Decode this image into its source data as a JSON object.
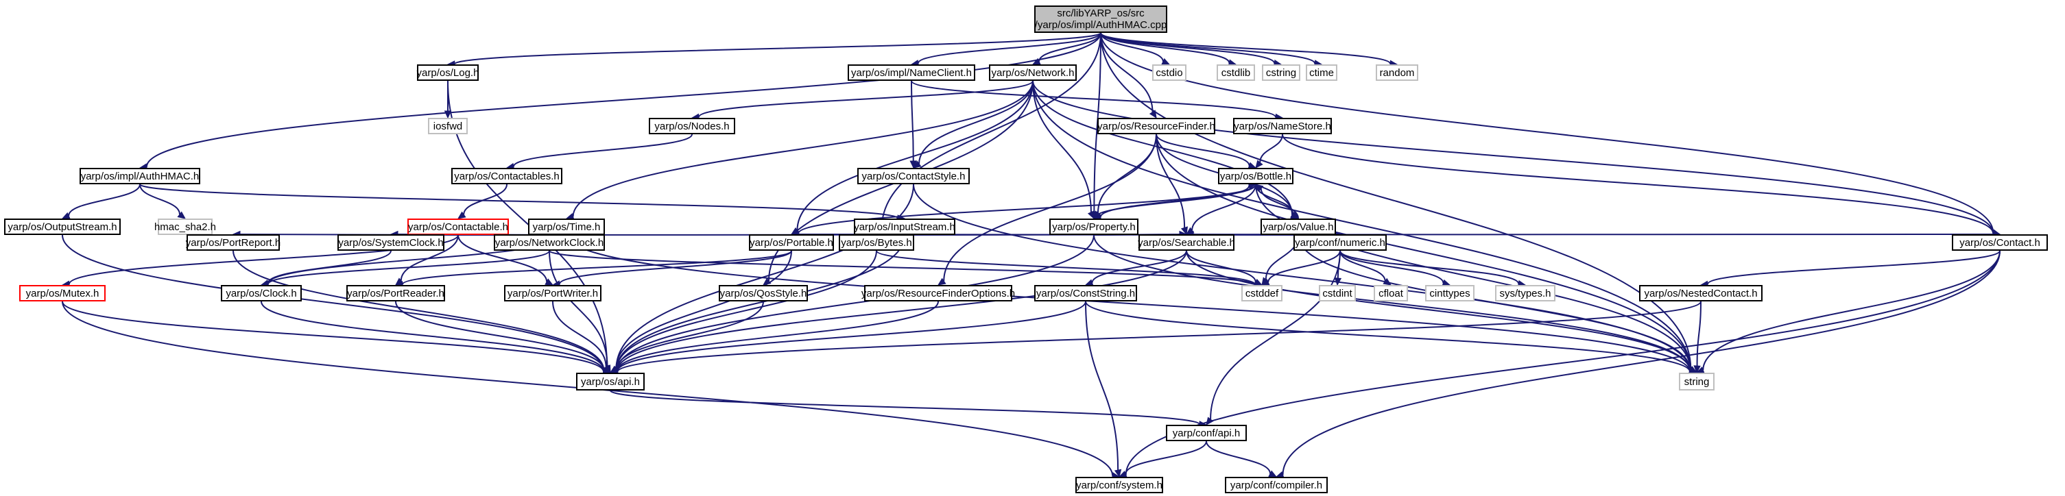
{
  "colors": {
    "edge": "#191970",
    "box": "#000000",
    "external": "#bfbfbf",
    "truncated": "#ff0000",
    "root_fill": "#bfbfbf"
  },
  "nodes": [
    {
      "id": "root",
      "lines": [
        "src/libYARP_os/src",
        "/yarp/os/impl/AuthHMAC.cpp"
      ],
      "kind": "root"
    },
    {
      "id": "log",
      "label": "yarp/os/Log.h",
      "kind": "doc"
    },
    {
      "id": "nameclient",
      "label": "yarp/os/impl/NameClient.h",
      "kind": "doc"
    },
    {
      "id": "network",
      "label": "yarp/os/Network.h",
      "kind": "doc"
    },
    {
      "id": "cstdio",
      "label": "cstdio",
      "kind": "external"
    },
    {
      "id": "cstdlib",
      "label": "cstdlib",
      "kind": "external"
    },
    {
      "id": "cstring",
      "label": "cstring",
      "kind": "external"
    },
    {
      "id": "ctime",
      "label": "ctime",
      "kind": "external"
    },
    {
      "id": "random",
      "label": "random",
      "kind": "external"
    },
    {
      "id": "iosfwd",
      "label": "iosfwd",
      "kind": "external"
    },
    {
      "id": "nodes",
      "label": "yarp/os/Nodes.h",
      "kind": "doc"
    },
    {
      "id": "resourcefinder",
      "label": "yarp/os/ResourceFinder.h",
      "kind": "doc"
    },
    {
      "id": "namestore",
      "label": "yarp/os/NameStore.h",
      "kind": "doc"
    },
    {
      "id": "authhmac",
      "label": "yarp/os/impl/AuthHMAC.h",
      "kind": "doc"
    },
    {
      "id": "contactables",
      "label": "yarp/os/Contactables.h",
      "kind": "doc"
    },
    {
      "id": "contactstyle",
      "label": "yarp/os/ContactStyle.h",
      "kind": "doc"
    },
    {
      "id": "bottle",
      "label": "yarp/os/Bottle.h",
      "kind": "doc"
    },
    {
      "id": "outputstream",
      "label": "yarp/os/OutputStream.h",
      "kind": "doc"
    },
    {
      "id": "hmac",
      "label": "hmac_sha2.h",
      "kind": "external"
    },
    {
      "id": "contactable",
      "label": "yarp/os/Contactable.h",
      "kind": "truncated"
    },
    {
      "id": "time",
      "label": "yarp/os/Time.h",
      "kind": "doc"
    },
    {
      "id": "inputstream",
      "label": "yarp/os/InputStream.h",
      "kind": "doc"
    },
    {
      "id": "property",
      "label": "yarp/os/Property.h",
      "kind": "doc"
    },
    {
      "id": "value",
      "label": "yarp/os/Value.h",
      "kind": "doc"
    },
    {
      "id": "portreport",
      "label": "yarp/os/PortReport.h",
      "kind": "doc"
    },
    {
      "id": "systemclock",
      "label": "yarp/os/SystemClock.h",
      "kind": "doc"
    },
    {
      "id": "networkclock",
      "label": "yarp/os/NetworkClock.h",
      "kind": "doc"
    },
    {
      "id": "portable",
      "label": "yarp/os/Portable.h",
      "kind": "doc"
    },
    {
      "id": "bytes",
      "label": "yarp/os/Bytes.h",
      "kind": "doc"
    },
    {
      "id": "searchable",
      "label": "yarp/os/Searchable.h",
      "kind": "doc"
    },
    {
      "id": "numeric",
      "label": "yarp/conf/numeric.h",
      "kind": "doc"
    },
    {
      "id": "contact",
      "label": "yarp/os/Contact.h",
      "kind": "doc"
    },
    {
      "id": "mutex",
      "label": "yarp/os/Mutex.h",
      "kind": "truncated"
    },
    {
      "id": "clock",
      "label": "yarp/os/Clock.h",
      "kind": "doc"
    },
    {
      "id": "portreader",
      "label": "yarp/os/PortReader.h",
      "kind": "doc"
    },
    {
      "id": "portwriter",
      "label": "yarp/os/PortWriter.h",
      "kind": "doc"
    },
    {
      "id": "qosstyle",
      "label": "yarp/os/QosStyle.h",
      "kind": "doc"
    },
    {
      "id": "rfoptions",
      "label": "yarp/os/ResourceFinderOptions.h",
      "kind": "doc"
    },
    {
      "id": "conststring",
      "label": "yarp/os/ConstString.h",
      "kind": "doc"
    },
    {
      "id": "cstddef",
      "label": "cstddef",
      "kind": "external"
    },
    {
      "id": "cstdint",
      "label": "cstdint",
      "kind": "external"
    },
    {
      "id": "cfloat",
      "label": "cfloat",
      "kind": "external"
    },
    {
      "id": "cinttypes",
      "label": "cinttypes",
      "kind": "external"
    },
    {
      "id": "systypes",
      "label": "sys/types.h",
      "kind": "external"
    },
    {
      "id": "nestedcontact",
      "label": "yarp/os/NestedContact.h",
      "kind": "doc"
    },
    {
      "id": "api",
      "label": "yarp/os/api.h",
      "kind": "doc"
    },
    {
      "id": "string",
      "label": "string",
      "kind": "external"
    },
    {
      "id": "confapi",
      "label": "yarp/conf/api.h",
      "kind": "doc"
    },
    {
      "id": "system",
      "label": "yarp/conf/system.h",
      "kind": "doc"
    },
    {
      "id": "compiler",
      "label": "yarp/conf/compiler.h",
      "kind": "doc"
    }
  ],
  "edges": [
    [
      "root",
      "log"
    ],
    [
      "root",
      "nameclient"
    ],
    [
      "root",
      "network"
    ],
    [
      "root",
      "cstdio"
    ],
    [
      "root",
      "cstdlib"
    ],
    [
      "root",
      "cstring"
    ],
    [
      "root",
      "ctime"
    ],
    [
      "root",
      "random"
    ],
    [
      "root",
      "authhmac"
    ],
    [
      "root",
      "bytes"
    ],
    [
      "root",
      "property"
    ],
    [
      "root",
      "resourcefinder"
    ],
    [
      "root",
      "contact"
    ],
    [
      "root",
      "string"
    ],
    [
      "log",
      "iosfwd"
    ],
    [
      "log",
      "api"
    ],
    [
      "nameclient",
      "namestore"
    ],
    [
      "nameclient",
      "contactstyle"
    ],
    [
      "network",
      "nodes"
    ],
    [
      "network",
      "contactstyle"
    ],
    [
      "network",
      "time"
    ],
    [
      "network",
      "property"
    ],
    [
      "network",
      "value"
    ],
    [
      "network",
      "portable"
    ],
    [
      "network",
      "qosstyle"
    ],
    [
      "network",
      "contact"
    ],
    [
      "network",
      "string"
    ],
    [
      "nodes",
      "contactables"
    ],
    [
      "contactables",
      "contactable"
    ],
    [
      "contactable",
      "mutex"
    ],
    [
      "contactable",
      "portreport"
    ],
    [
      "contactable",
      "portreader"
    ],
    [
      "contactable",
      "portwriter"
    ],
    [
      "contactable",
      "contact"
    ],
    [
      "authhmac",
      "outputstream"
    ],
    [
      "authhmac",
      "hmac"
    ],
    [
      "authhmac",
      "inputstream"
    ],
    [
      "outputstream",
      "api"
    ],
    [
      "mutex",
      "api"
    ],
    [
      "mutex",
      "system"
    ],
    [
      "time",
      "clock"
    ],
    [
      "time",
      "systemclock"
    ],
    [
      "time",
      "networkclock"
    ],
    [
      "time",
      "string"
    ],
    [
      "systemclock",
      "clock"
    ],
    [
      "networkclock",
      "clock"
    ],
    [
      "networkclock",
      "api"
    ],
    [
      "networkclock",
      "cstddef"
    ],
    [
      "clock",
      "api"
    ],
    [
      "portreport",
      "api"
    ],
    [
      "portreader",
      "api"
    ],
    [
      "portwriter",
      "api"
    ],
    [
      "inputstream",
      "api"
    ],
    [
      "inputstream",
      "numeric"
    ],
    [
      "resourcefinder",
      "bottle"
    ],
    [
      "resourcefinder",
      "property"
    ],
    [
      "resourcefinder",
      "value"
    ],
    [
      "resourcefinder",
      "searchable"
    ],
    [
      "resourcefinder",
      "rfoptions"
    ],
    [
      "resourcefinder",
      "string"
    ],
    [
      "namestore",
      "bottle"
    ],
    [
      "namestore",
      "contact"
    ],
    [
      "contactstyle",
      "api"
    ],
    [
      "contactstyle",
      "string"
    ],
    [
      "bottle",
      "property"
    ],
    [
      "bottle",
      "value"
    ],
    [
      "bottle",
      "searchable"
    ],
    [
      "bottle",
      "portable"
    ],
    [
      "bottle",
      "string"
    ],
    [
      "property",
      "bottle"
    ],
    [
      "property",
      "searchable"
    ],
    [
      "property",
      "api"
    ],
    [
      "property",
      "string"
    ],
    [
      "value",
      "bottle"
    ],
    [
      "value",
      "portable"
    ],
    [
      "value",
      "searchable"
    ],
    [
      "value",
      "numeric"
    ],
    [
      "value",
      "cstddef"
    ],
    [
      "value",
      "string"
    ],
    [
      "portable",
      "portreader"
    ],
    [
      "portable",
      "portwriter"
    ],
    [
      "portable",
      "api"
    ],
    [
      "bytes",
      "api"
    ],
    [
      "bytes",
      "cstddef"
    ],
    [
      "searchable",
      "conststring"
    ],
    [
      "searchable",
      "api"
    ],
    [
      "searchable",
      "cstddef"
    ],
    [
      "searchable",
      "string"
    ],
    [
      "numeric",
      "cstddef"
    ],
    [
      "numeric",
      "cstdint"
    ],
    [
      "numeric",
      "cfloat"
    ],
    [
      "numeric",
      "cinttypes"
    ],
    [
      "numeric",
      "systypes"
    ],
    [
      "numeric",
      "confapi"
    ],
    [
      "contact",
      "nestedcontact"
    ],
    [
      "contact",
      "string"
    ],
    [
      "contact",
      "system"
    ],
    [
      "contact",
      "compiler"
    ],
    [
      "nestedcontact",
      "api"
    ],
    [
      "nestedcontact",
      "string"
    ],
    [
      "qosstyle",
      "api"
    ],
    [
      "rfoptions",
      "api"
    ],
    [
      "conststring",
      "api"
    ],
    [
      "conststring",
      "string"
    ],
    [
      "conststring",
      "system"
    ],
    [
      "api",
      "confapi"
    ],
    [
      "confapi",
      "system"
    ],
    [
      "confapi",
      "compiler"
    ]
  ]
}
